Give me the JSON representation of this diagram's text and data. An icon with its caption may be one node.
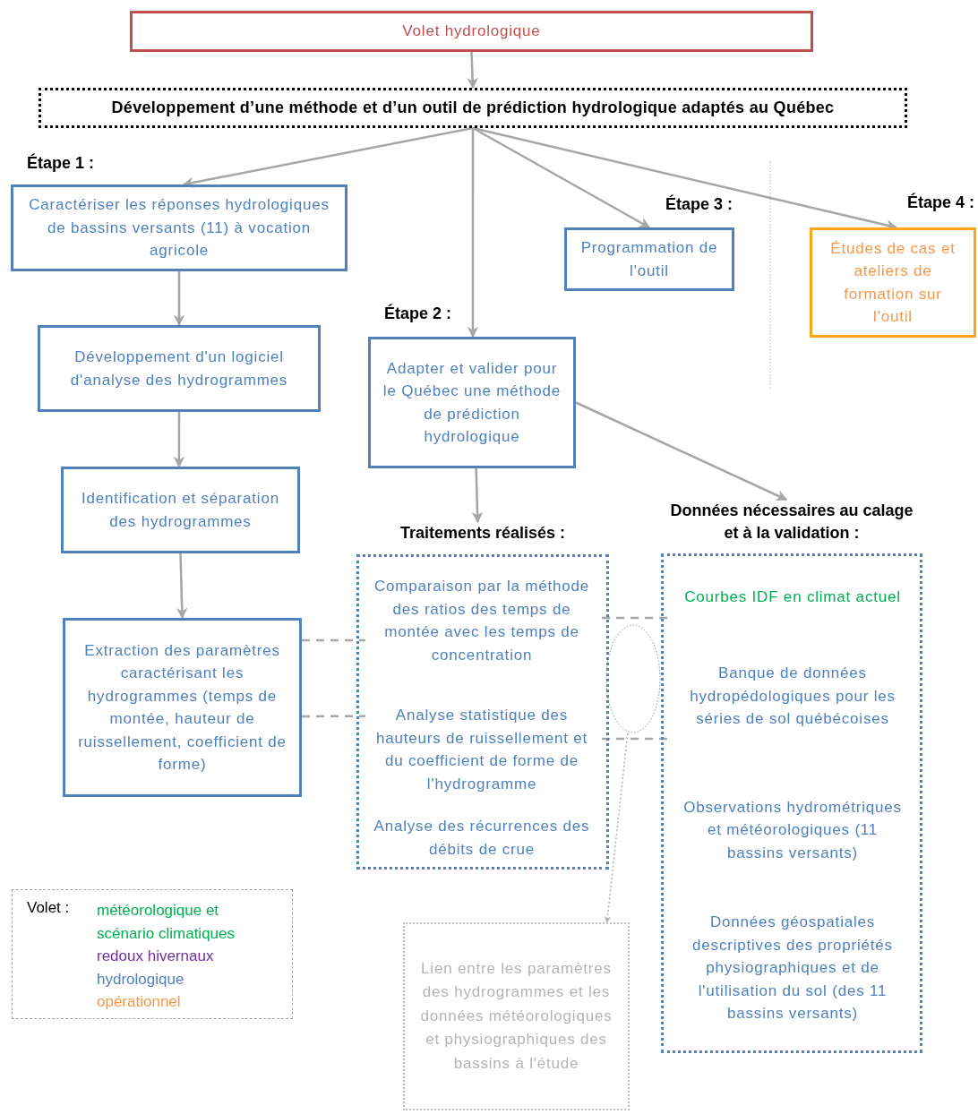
{
  "diagram": {
    "nodes": [
      {
        "text": [
          "Volet hydrologique"
        ]
      },
      {
        "text": [
          "Développement d’une méthode  et d’un outil de prédiction hydrologique adaptés au Québec"
        ]
      },
      {
        "text": [
          "Étape 1 :",
          "Caractériser les réponses hydrologiques de bassins versants (11) à vocation agricole"
        ]
      },
      {
        "text": [
          "Développement d'un logiciel d'analyse des hydrogrammes"
        ]
      },
      {
        "text": [
          "Identification et séparation des hydrogrammes"
        ]
      },
      {
        "text": [
          "Extraction des paramètres caractérisant les hydrogrammes (temps de montée, hauteur de ruissellement, coefficient de forme)"
        ]
      },
      {
        "text": [
          "Étape 2 :",
          "Adapter et valider pour le Québec une méthode de prédiction hydrologique"
        ]
      },
      {
        "text": [
          "Étape 3 :",
          "Programmation de l'outil"
        ]
      },
      {
        "text": [
          "Étape 4 :",
          "Études de cas et ateliers de formation sur l'outil"
        ]
      },
      {
        "text": [
          "Traitements réalisés :"
        ]
      },
      {
        "text": [
          "Comparaison par la méthode des ratios des temps de montée avec les temps de concentration"
        ],
        "in": 9
      },
      {
        "text": [
          "Analyse statistique des hauteurs de ruissellement et du coefficient de forme de l'hydrogramme"
        ],
        "in": 9
      },
      {
        "text": [
          "Analyse des récurrences des débits de crue"
        ],
        "in": 9
      },
      {
        "text": [
          "Données nécessaires au calage et à la validation :"
        ]
      },
      {
        "text": [
          "Courbes IDF en climat actuel"
        ],
        "in": 13
      },
      {
        "text": [
          "Banque de données hydropédologiques pour les séries de sol québécoises"
        ],
        "in": 13
      },
      {
        "text": [
          "Observations hydrométriques et météorologiques (11 bassins versants)"
        ],
        "in": 13
      },
      {
        "text": [
          "Données géospatiales descriptives des propriétés physiographiques et de l'utilisation du sol (des 11 bassins versants)"
        ],
        "in": 13
      },
      {
        "text": [],
        "shape": "ellipse"
      },
      {
        "text": [
          "Lien entre les paramètres des hydrogrammes et les données météorologiques et physiographiques des bassins à l'étude"
        ]
      }
    ],
    "edges": [
      {
        "from": 0,
        "to": 1,
        "arrow": "to"
      },
      {
        "from": 1,
        "to": 2,
        "arrow": "to"
      },
      {
        "from": 1,
        "to": 6,
        "arrow": "to"
      },
      {
        "from": 1,
        "to": 7,
        "arrow": "to"
      },
      {
        "from": 1,
        "to": 8,
        "arrow": "to"
      },
      {
        "from": 2,
        "to": 3,
        "arrow": "to"
      },
      {
        "from": 3,
        "to": 4,
        "arrow": "to"
      },
      {
        "from": 4,
        "to": 5,
        "arrow": "to"
      },
      {
        "from": 6,
        "to": 9,
        "arrow": "to"
      },
      {
        "from": 6,
        "to": 13,
        "arrow": "to"
      },
      {
        "from": 5,
        "to": 10,
        "arrow": "none",
        "style": "dashed"
      },
      {
        "from": 5,
        "to": 11,
        "arrow": "none",
        "style": "dashed"
      },
      {
        "from": 10,
        "to": 14,
        "arrow": "none",
        "style": "dashed"
      },
      {
        "from": 11,
        "to": 15,
        "arrow": "none",
        "style": "dashed"
      },
      {
        "from": 18,
        "to": 19,
        "arrow": "to",
        "style": "dashed",
        "color": "#b0b0b0"
      }
    ],
    "labels": [
      "Volet :"
    ],
    "legend": [
      {
        "text": "météorologique et scénario climatiques",
        "color": "#00b050"
      },
      {
        "text": "redoux hivernaux",
        "color": "#7030a0"
      },
      {
        "text": "hydrologique",
        "color": "#4f81bd"
      },
      {
        "text": "opérationnel",
        "color": "#f79646"
      }
    ]
  }
}
